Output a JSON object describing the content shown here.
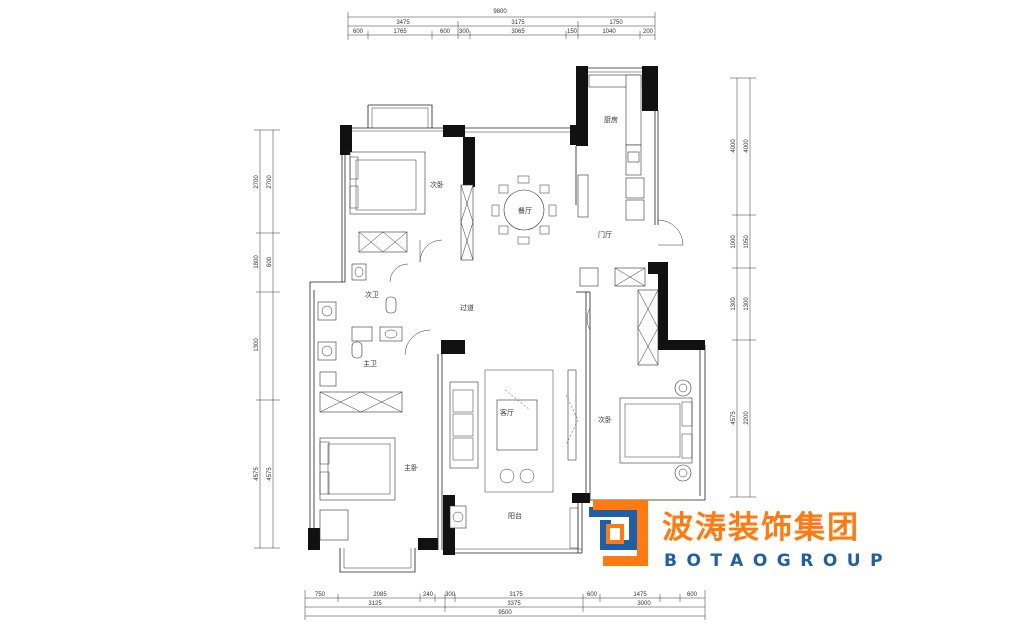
{
  "dimensions": {
    "top_total": "9800",
    "top_segments": [
      "3475",
      "3175",
      "1750"
    ],
    "top_sub": [
      "600",
      "1765",
      "600",
      "300",
      "3065",
      "150",
      "1040",
      "200"
    ],
    "bottom_total": "9500",
    "bottom_segments": [
      "3125",
      "3375",
      "3000"
    ],
    "bottom_sub": [
      "750",
      "2085",
      "240",
      "300",
      "3175",
      "600",
      "1475",
      "600"
    ],
    "left_outer": [
      "2700",
      "1800",
      "1300",
      "4575"
    ],
    "left_inner": [
      "2700",
      "600",
      "4575"
    ],
    "right_outer": [
      "4000",
      "1000",
      "1300",
      "4575"
    ],
    "right_inner": [
      "4000",
      "1050",
      "1300",
      "2200"
    ]
  },
  "rooms": {
    "kitchen": "厨房",
    "dining": "餐厅",
    "entrance": "门厅",
    "bedroom_second": "次卧",
    "bathroom_second": "次卫",
    "bathroom_master": "主卫",
    "corridor": "过道",
    "living": "客厅",
    "bedroom_master": "主卧",
    "bedroom_third": "次卧",
    "balcony": "阳台"
  },
  "logo": {
    "cn": "波涛装饰集团",
    "en": "BOTAOGROUP",
    "colors": {
      "orange": "#ff7b10",
      "blue": "#1f5fa8"
    }
  }
}
